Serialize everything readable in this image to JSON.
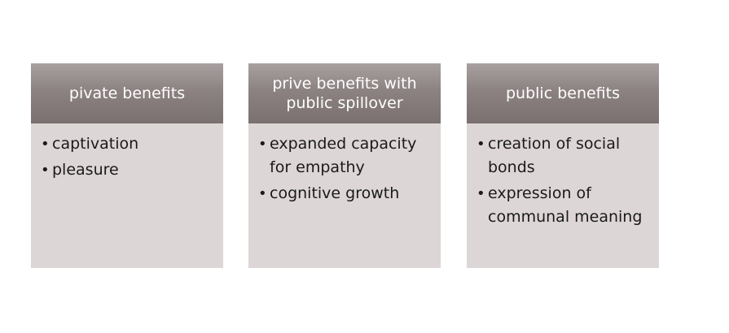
{
  "columns": [
    {
      "title": "pivate benefits",
      "items": [
        "captivation",
        "pleasure"
      ]
    },
    {
      "title": "prive benefits with public spillover",
      "items": [
        "expanded capacity for empathy",
        "cognitive growth"
      ]
    },
    {
      "title": "public benefits",
      "items": [
        "creation of social bonds",
        "expression of communal meaning"
      ]
    }
  ],
  "colors": {
    "header_top": "#a8a0a0",
    "header_bottom": "#7a7070",
    "body": "#ddd6d6",
    "header_text": "#ffffff",
    "body_text": "#1a1a1a"
  }
}
